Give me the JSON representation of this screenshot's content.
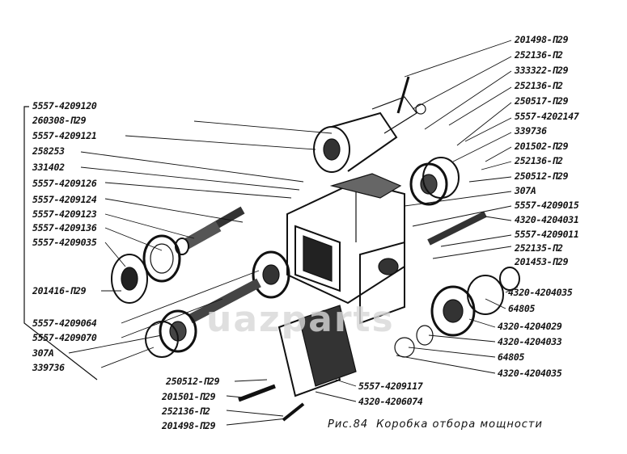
{
  "caption": {
    "fig": "Рис.84",
    "title": "Коробка отбора мощности"
  },
  "watermark": "uazparts",
  "labels_left": [
    "5557-4209120",
    "260308-П29",
    "5557-4209121",
    "258253",
    "331402",
    "5557-4209126",
    "5557-4209124",
    "5557-4209123",
    "5557-4209136",
    "5557-4209035",
    "201416-П29",
    "5557-4209064",
    "5557-4209070",
    "307А",
    "339736"
  ],
  "labels_right": [
    "201498-П29",
    "252136-П2",
    "333322-П29",
    "252136-П2",
    "250517-П29",
    "5557-4202147",
    "339736",
    "201502-П29",
    "252136-П2",
    "250512-П29",
    "307А",
    "5557-4209015",
    "4320-4204031",
    "5557-4209011",
    "252135-П2",
    "201453-П29",
    "4320-4204035",
    "64805",
    "4320-4204029",
    "4320-4204033",
    "64805",
    "4320-4204035"
  ],
  "labels_bottom": [
    "250512-П29",
    "201501-П29",
    "252136-П2",
    "201498-П29",
    "5557-4209117",
    "4320-4206074"
  ]
}
